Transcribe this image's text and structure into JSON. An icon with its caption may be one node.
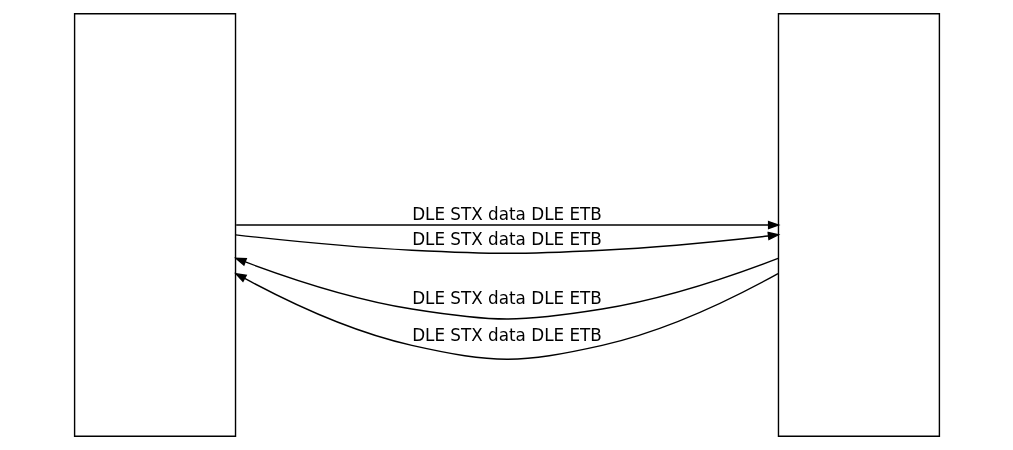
{
  "diagram": {
    "nodes": [
      {
        "text": [],
        "shape": "box"
      },
      {
        "text": [],
        "shape": "box"
      }
    ],
    "edges": [
      {
        "from": 0,
        "to": 1,
        "arrow": "to",
        "label": "DLE STX data DLE ETB"
      },
      {
        "from": 1,
        "to": 0,
        "arrow": "to",
        "label": "DLE STX data DLE ETB"
      },
      {
        "from": 0,
        "to": 1,
        "arrow": "to",
        "label": "DLE STX data DLE ETB"
      },
      {
        "from": 1,
        "to": 0,
        "arrow": "to",
        "label": "DLE STX data DLE ETB"
      }
    ]
  }
}
